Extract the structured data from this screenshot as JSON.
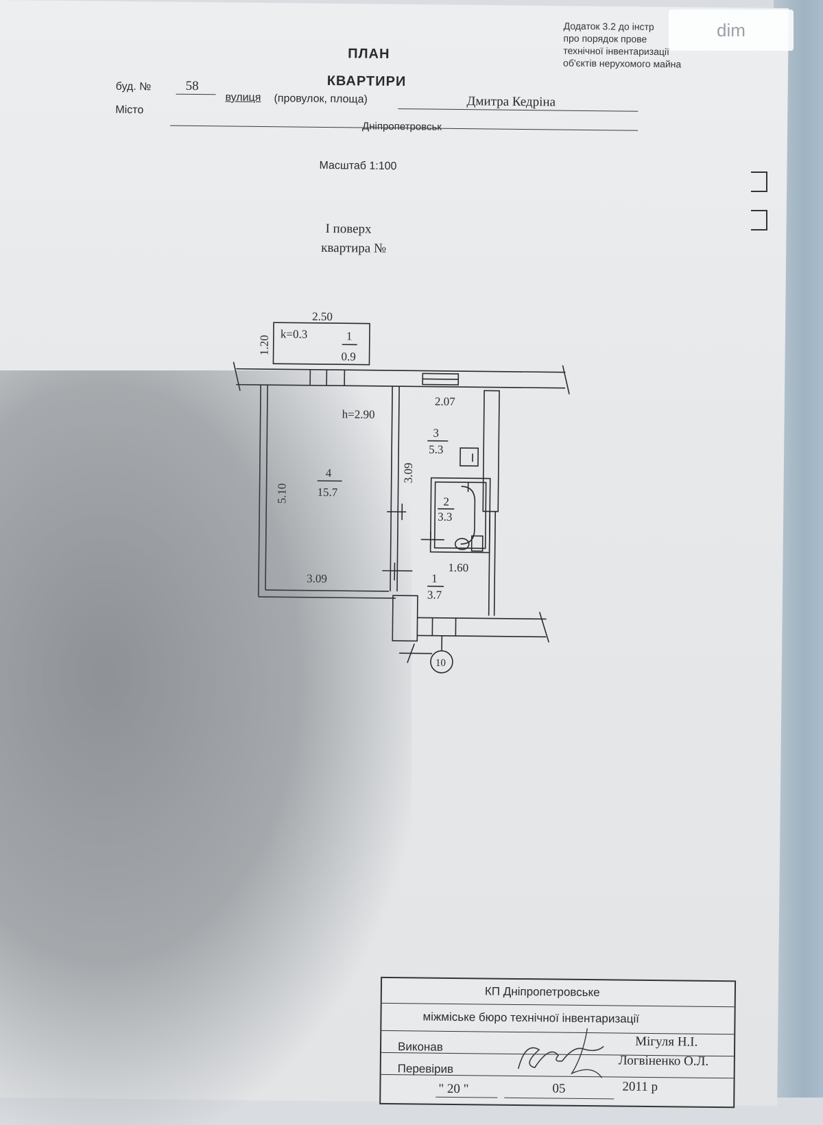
{
  "header": {
    "annex_lines": [
      "Додаток 3.2 до інстр",
      "про порядок прове",
      "технічної інвентаризації",
      "об'єктів нерухомого майна"
    ],
    "title_line1": "ПЛАН",
    "title_line2": "КВАРТИРИ"
  },
  "address": {
    "building_label": "буд. №",
    "building_number": "58",
    "street_label": "вулиця",
    "street_sub_label": "(провулок, площа)",
    "street_name": "Дмитра Кедріна",
    "city_label": "Місто",
    "city_name": "Дніпропетровськ"
  },
  "scale": "Масштаб 1:100",
  "floor": {
    "floor_label": "I   поверх",
    "apartment_label": "квартира №"
  },
  "plan": {
    "dimensions": {
      "balcony_width": "2.50",
      "balcony_depth": "1.20",
      "balcony_coef": "k=0.3",
      "ceiling_height": "h=2.90",
      "kitchen_width": "2.07",
      "room_depth": "5.10",
      "corridor_length": "3.09",
      "room_width": "3.09",
      "hall_width": "1.60"
    },
    "rooms": [
      {
        "number": "1",
        "area": "0.9"
      },
      {
        "number": "4",
        "area": "15.7"
      },
      {
        "number": "3",
        "area": "5.3"
      },
      {
        "number": "2",
        "area": "3.3"
      },
      {
        "number": "1",
        "area": "3.7"
      }
    ],
    "apartment_marker": "10"
  },
  "stamp": {
    "org_line1": "КП Дніпропетровське",
    "org_line2": "міжміське бюро технічної інвентаризації",
    "performed_label": "Виконав",
    "performed_name": "Мігуля Н.І.",
    "checked_label": "Перевірив",
    "checked_name": "Логвіненко О.Л.",
    "date_day": "\" 20 \"",
    "date_month": "05",
    "date_year": "2011 р"
  },
  "watermark_text": "dim"
}
